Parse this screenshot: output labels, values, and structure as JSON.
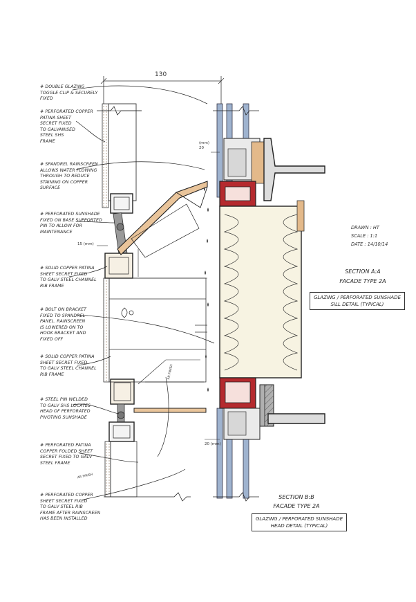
{
  "notes": {
    "n1": "# DOUBLE GLAZING\nTOGGLE CLIP & SECURELY\nFIXED",
    "n2": "# PERFORATED COPPER\nPATINA SHEET\nSECRET FIXED\nTO GALVANISED\nSTEEL SHS\nFRAME",
    "n3": "# SPANDREL RAINSCREEN\nALLOWS WATER FLOWING\nTHROUGH TO REDUCE\nSTAINING ON COPPER\nSURFACE",
    "n4": "# PERFORATED SUNSHADE\nFIXED ON BASE SUPPORTED\nPIN TO ALLOW FOR\nMAINTENANCE",
    "n5": "# SOLID COPPER PATINA\nSHEET SECRET FIXED\nTO GALV STEEL CHANNEL\nRIB FRAME",
    "n6": "# BOLT ON BRACKET\nFIXED TO SPANDREL\nPANEL. RAINSCREEN\nIS LOWERED ON TO\nHOOK BRACKET AND\nFIXED OFF",
    "n7": "# SOLID COPPER PATINA\nSHEET SECRET FIXED\nTO GALV STEEL CHANNEL\nRIB FRAME",
    "n8": "# STEEL PIN WELDED\nTO GALV SHS LOCATES\nHEAD OF PERFORATED\nPIVOTING SUNSHADE",
    "n9": "# PERFORATED PATINA\nCOPPER FOLDED SHEET\nSECRET FIXED TO GALV\nSTEEL FRAME",
    "n10": "# PERFORATED COPPER\nSHEET SECRET FIXED\nTO GALV STEEL RIB\nFRAME AFTER RAINSCREEN\nHAS BEEN INSTALLED"
  },
  "dimensions": {
    "top": "130",
    "d1": "(mm)\n20",
    "d2": "15 (mm)",
    "d3": "20 (mm)",
    "ffl": "AR FINISH",
    "ffl2": "AR FINISH"
  },
  "drawing_info": {
    "drawn": "DRAWN : HT",
    "scale": "SCALE : 1:1",
    "date": "DATE : 14/10/14"
  },
  "section_a": {
    "title": "SECTION A:A",
    "subtitle": "FACADE TYPE 2A",
    "box": "GLAZING / PERFORATED SUNSHADE\nSILL DETAIL (TYPICAL)"
  },
  "section_b": {
    "title": "SECTION B:B",
    "subtitle": "FACADE TYPE 2A",
    "box": "GLAZING / PERFORATED SUNSHADE\nHEAD DETAIL (TYPICAL)"
  },
  "colors": {
    "glass": "#9fb3cf",
    "copper": "#c97a3d",
    "timber": "#e3b98a",
    "red_seal": "#b52a2e",
    "steel": "#8a8a8a",
    "insulation": "#f3eccd"
  }
}
